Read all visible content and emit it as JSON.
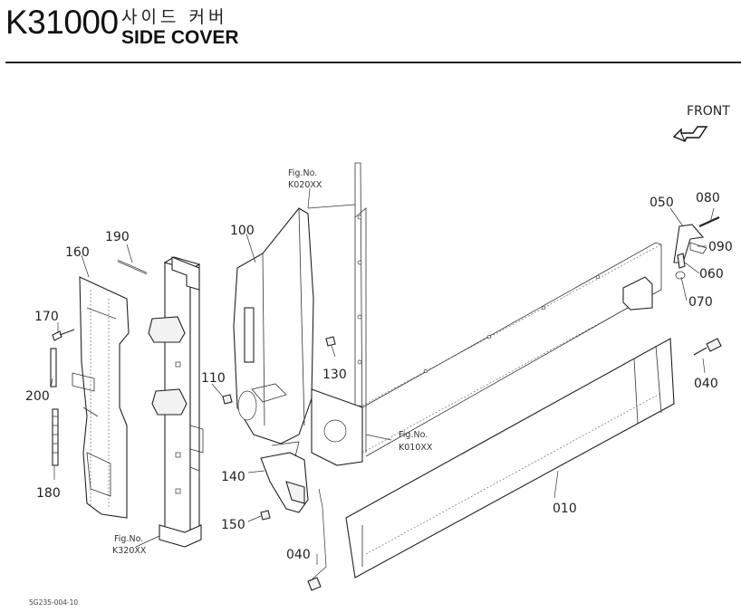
{
  "header": {
    "code": "K31000",
    "title_korean": "사이드 커버",
    "title_english": "SIDE COVER"
  },
  "direction_label": "FRONT",
  "parts": [
    {
      "no": "010"
    },
    {
      "no": "040"
    },
    {
      "no": "040"
    },
    {
      "no": "050"
    },
    {
      "no": "060"
    },
    {
      "no": "070"
    },
    {
      "no": "080"
    },
    {
      "no": "090"
    },
    {
      "no": "100"
    },
    {
      "no": "110"
    },
    {
      "no": "130"
    },
    {
      "no": "140"
    },
    {
      "no": "150"
    },
    {
      "no": "160"
    },
    {
      "no": "170"
    },
    {
      "no": "180"
    },
    {
      "no": "190"
    },
    {
      "no": "200"
    }
  ],
  "figure_refs": [
    {
      "caption": "Fig.No.",
      "ref": "K020XX"
    },
    {
      "caption": "Fig.No.",
      "ref": "K010XX"
    },
    {
      "caption": "Fig.No.",
      "ref": "K320XX"
    }
  ],
  "drawing_code": "5G235-004-10"
}
